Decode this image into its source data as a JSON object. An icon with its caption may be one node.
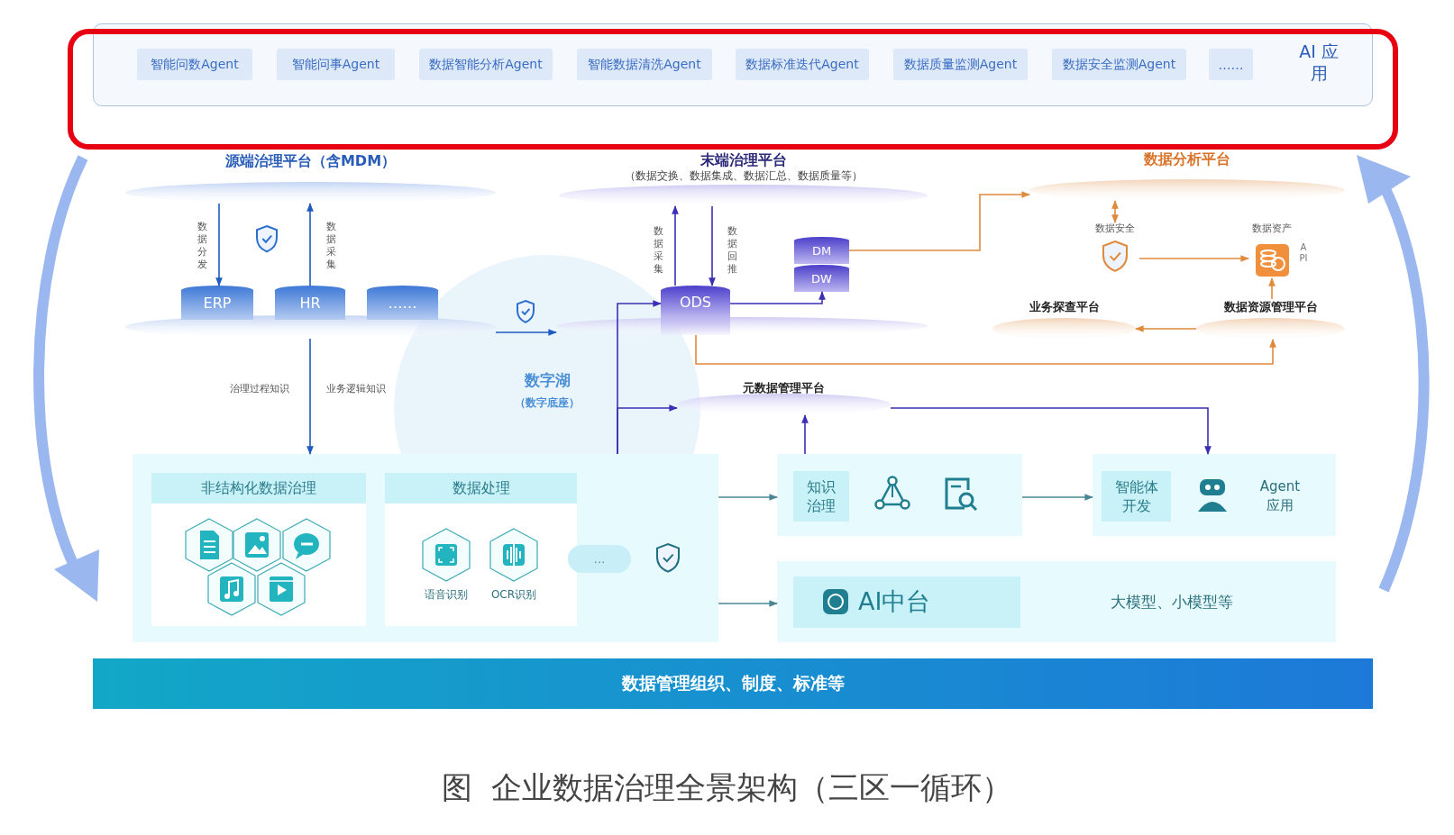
{
  "diagram": {
    "caption": "图  企业数据治理全景架构（三区一循环）",
    "nodes": [
      {
        "text": [
          "AI 应用"
        ]
      },
      {
        "text": [
          "智能问数Agent"
        ],
        "in": 0
      },
      {
        "text": [
          "智能问事Agent"
        ],
        "in": 0
      },
      {
        "text": [
          "数据智能分析Agent"
        ],
        "in": 0
      },
      {
        "text": [
          "智能数据清洗Agent"
        ],
        "in": 0
      },
      {
        "text": [
          "数据标准迭代Agent"
        ],
        "in": 0
      },
      {
        "text": [
          "数据质量监测Agent"
        ],
        "in": 0
      },
      {
        "text": [
          "数据安全监测Agent"
        ],
        "in": 0
      },
      {
        "text": [
          "……"
        ],
        "in": 0
      },
      {
        "text": [
          "源端治理平台（含MDM）"
        ]
      },
      {
        "text": [],
        "shape": "ellipse"
      },
      {
        "text": [
          "ERP"
        ]
      },
      {
        "text": [
          "HR"
        ]
      },
      {
        "text": [
          "……"
        ]
      },
      {
        "text": [
          "末端治理平台"
        ],
        "beside": [
          "（数据交换、数据集成、数据汇总、数据质量等）"
        ]
      },
      {
        "text": [
          "ODS"
        ]
      },
      {
        "text": [
          "DM"
        ]
      },
      {
        "text": [
          "DW"
        ]
      },
      {
        "text": [],
        "shape": "ellipse"
      },
      {
        "text": [
          "数字湖",
          "（数字底座）"
        ]
      },
      {
        "text": [
          "元数据管理平台"
        ]
      },
      {
        "text": [
          "数据分析平台"
        ]
      },
      {
        "text": [
          "数据安全"
        ]
      },
      {
        "text": [
          "数据资产"
        ],
        "beside": [
          "API"
        ]
      },
      {
        "text": [
          "业务探查平台"
        ]
      },
      {
        "text": [
          "数据资源管理平台"
        ]
      },
      {
        "text": [],
        "shape": "box"
      },
      {
        "text": [
          "非结构化数据治理"
        ],
        "in": 26
      },
      {
        "text": [
          "数据处理"
        ],
        "in": 26
      },
      {
        "text": [
          "语音识别"
        ],
        "in": 28
      },
      {
        "text": [
          "OCR识别"
        ],
        "in": 28
      },
      {
        "text": [
          "…"
        ],
        "in": 26
      },
      {
        "text": [],
        "shape": "box"
      },
      {
        "text": [
          "知识治理"
        ],
        "in": 32
      },
      {
        "text": [
          "Agent 应用"
        ]
      },
      {
        "text": [
          "智能体开发"
        ],
        "in": 34
      },
      {
        "text": [
          "大模型、小模型等"
        ]
      },
      {
        "text": [
          "AI中台"
        ],
        "in": 36
      },
      {
        "text": [
          "数据管理组织、制度、标准等"
        ]
      }
    ],
    "edges": [
      {
        "from": 9,
        "to": 11,
        "arrow": "to",
        "label": "数据分发",
        "color": "#1f5cbf"
      },
      {
        "from": 12,
        "to": 9,
        "arrow": "to",
        "label": "数据采集",
        "color": "#1f5cbf"
      },
      {
        "from": 10,
        "to": 26,
        "arrow": "to",
        "color": "#1f5cbf"
      },
      {
        "from": 10,
        "to": 18,
        "arrow": "to",
        "color": "#1f5cbf"
      },
      {
        "from": 15,
        "to": 14,
        "arrow": "to",
        "label": "数据采集"
      },
      {
        "from": 14,
        "to": 15,
        "arrow": "to",
        "label": "数据回推"
      },
      {
        "from": 15,
        "to": 17,
        "arrow": "to"
      },
      {
        "from": 26,
        "to": 15,
        "arrow": "to"
      },
      {
        "from": 26,
        "to": 20,
        "arrow": "to"
      },
      {
        "from": 32,
        "to": 20,
        "arrow": "to"
      },
      {
        "from": 20,
        "to": 34,
        "arrow": "to"
      },
      {
        "from": 16,
        "to": 21,
        "arrow": "to",
        "color": "#e08a3c"
      },
      {
        "from": 21,
        "to": 22,
        "arrow": "both",
        "color": "#e08a3c"
      },
      {
        "from": 22,
        "to": 23,
        "arrow": "to",
        "color": "#e08a3c"
      },
      {
        "from": 25,
        "to": 23,
        "arrow": "to",
        "color": "#e08a3c"
      },
      {
        "from": 25,
        "to": 24,
        "arrow": "to",
        "color": "#e08a3c"
      },
      {
        "from": 15,
        "to": 25,
        "arrow": "to",
        "color": "#e08a3c"
      },
      {
        "from": 26,
        "to": 32,
        "arrow": "to",
        "color": "#4a8794"
      },
      {
        "from": 32,
        "to": 34,
        "arrow": "to",
        "color": "#4a8794"
      },
      {
        "from": 26,
        "to": 36,
        "arrow": "to",
        "color": "#4a8794"
      }
    ],
    "labels": [
      "治理过程知识",
      "业务逻辑知识"
    ]
  }
}
